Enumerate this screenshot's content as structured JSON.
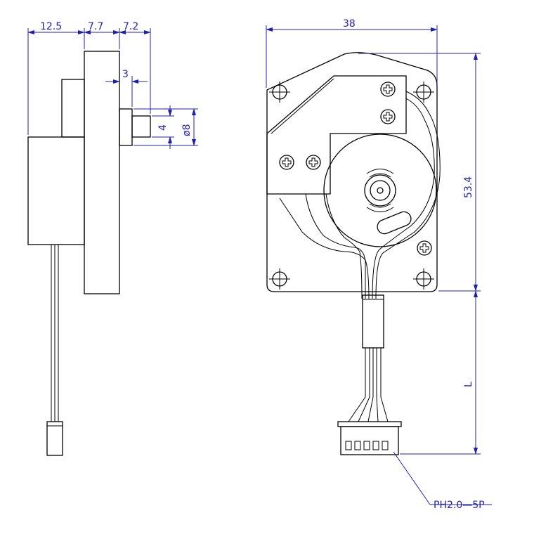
{
  "colors": {
    "dimension": "#1f1fb4",
    "outline": "#000000",
    "background": "#ffffff"
  },
  "dimensions": {
    "side_body_depth": "12.5",
    "side_plate_thickness": "7.7",
    "side_shaft_length": "7.2",
    "side_shaft_step": "3",
    "side_shaft_dia": "4",
    "side_boss_dia": "ø8",
    "front_width": "38",
    "front_height": "53.4",
    "cable_length": "L"
  },
  "callouts": {
    "connector": "PH2.0—5P"
  }
}
